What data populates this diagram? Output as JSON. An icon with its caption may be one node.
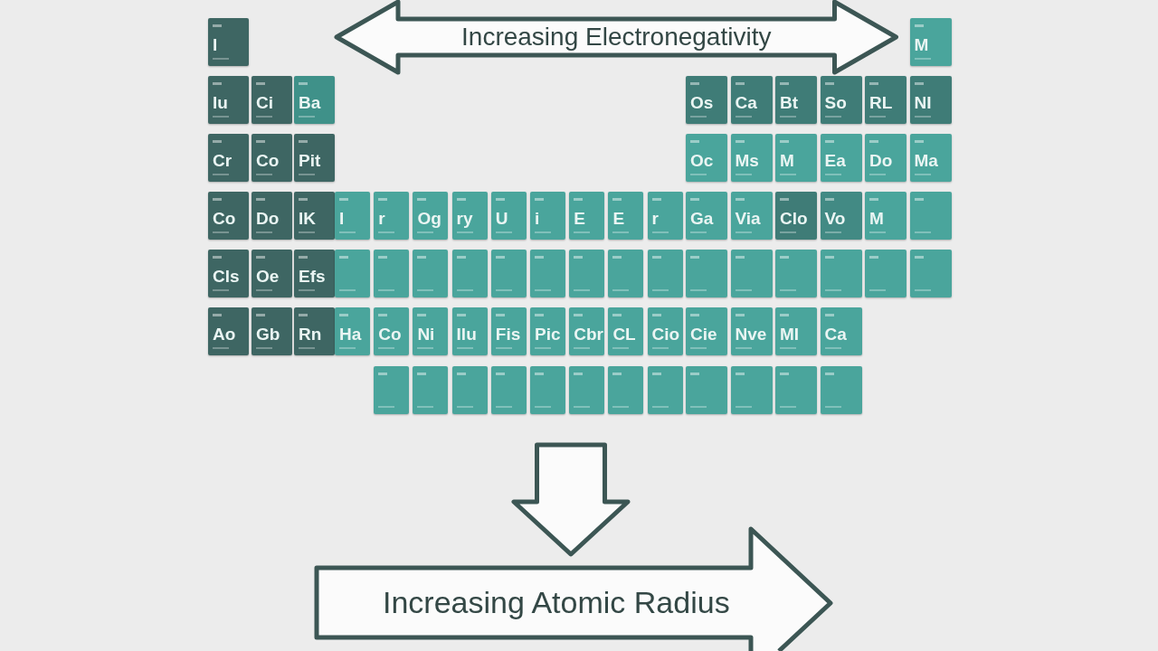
{
  "diagram": {
    "nodes": [
      {
        "text": [
          "I"
        ]
      },
      {
        "text": [
          "M"
        ]
      },
      {
        "text": [
          "Iu"
        ]
      },
      {
        "text": [
          "Ci"
        ]
      },
      {
        "text": [
          "Ba"
        ]
      },
      {
        "text": [
          "Os"
        ]
      },
      {
        "text": [
          "Ca"
        ]
      },
      {
        "text": [
          "Bt"
        ]
      },
      {
        "text": [
          "So"
        ]
      },
      {
        "text": [
          "RL"
        ]
      },
      {
        "text": [
          "NI"
        ]
      },
      {
        "text": [
          "Cr"
        ]
      },
      {
        "text": [
          "Co"
        ]
      },
      {
        "text": [
          "Pit"
        ]
      },
      {
        "text": [
          "Oc"
        ]
      },
      {
        "text": [
          "Ms"
        ]
      },
      {
        "text": [
          "M"
        ]
      },
      {
        "text": [
          "Ea"
        ]
      },
      {
        "text": [
          "Do"
        ]
      },
      {
        "text": [
          "Ma"
        ]
      },
      {
        "text": [
          "Co"
        ]
      },
      {
        "text": [
          "Do"
        ]
      },
      {
        "text": [
          "IK"
        ]
      },
      {
        "text": [
          "I"
        ]
      },
      {
        "text": [
          "r"
        ]
      },
      {
        "text": [
          "Og"
        ]
      },
      {
        "text": [
          "ry"
        ]
      },
      {
        "text": [
          "U"
        ]
      },
      {
        "text": [
          "i"
        ]
      },
      {
        "text": [
          "E"
        ]
      },
      {
        "text": [
          "E"
        ]
      },
      {
        "text": [
          "r"
        ]
      },
      {
        "text": [
          "Ga"
        ]
      },
      {
        "text": [
          "Via"
        ]
      },
      {
        "text": [
          "Clo"
        ]
      },
      {
        "text": [
          "Vo"
        ]
      },
      {
        "text": [
          "M"
        ]
      },
      {
        "text": [],
        "shape": "box"
      },
      {
        "text": [
          "Cls"
        ]
      },
      {
        "text": [
          "Oe"
        ]
      },
      {
        "text": [
          "Efs"
        ]
      },
      {
        "text": [],
        "shape": "box"
      },
      {
        "text": [],
        "shape": "box"
      },
      {
        "text": [],
        "shape": "box"
      },
      {
        "text": [],
        "shape": "box"
      },
      {
        "text": [],
        "shape": "box"
      },
      {
        "text": [],
        "shape": "box"
      },
      {
        "text": [],
        "shape": "box"
      },
      {
        "text": [],
        "shape": "box"
      },
      {
        "text": [],
        "shape": "box"
      },
      {
        "text": [],
        "shape": "box"
      },
      {
        "text": [],
        "shape": "box"
      },
      {
        "text": [],
        "shape": "box"
      },
      {
        "text": [],
        "shape": "box"
      },
      {
        "text": [],
        "shape": "box"
      },
      {
        "text": [],
        "shape": "box"
      },
      {
        "text": [
          "Ao"
        ]
      },
      {
        "text": [
          "Gb"
        ]
      },
      {
        "text": [
          "Rn"
        ]
      },
      {
        "text": [
          "Ha"
        ]
      },
      {
        "text": [
          "Co"
        ]
      },
      {
        "text": [
          "Ni"
        ]
      },
      {
        "text": [
          "Ilu"
        ]
      },
      {
        "text": [
          "Fis"
        ]
      },
      {
        "text": [
          "Pic"
        ]
      },
      {
        "text": [
          "Cbr"
        ]
      },
      {
        "text": [
          "CL"
        ]
      },
      {
        "text": [
          "Cio"
        ]
      },
      {
        "text": [
          "Cie"
        ]
      },
      {
        "text": [
          "Nve"
        ]
      },
      {
        "text": [
          "MI"
        ]
      },
      {
        "text": [
          "Ca"
        ]
      },
      {
        "text": [],
        "shape": "box"
      },
      {
        "text": [],
        "shape": "box"
      },
      {
        "text": [],
        "shape": "box"
      },
      {
        "text": [],
        "shape": "box"
      },
      {
        "text": [],
        "shape": "box"
      },
      {
        "text": [],
        "shape": "box"
      },
      {
        "text": [],
        "shape": "box"
      },
      {
        "text": [],
        "shape": "box"
      },
      {
        "text": [],
        "shape": "box"
      },
      {
        "text": [],
        "shape": "box"
      },
      {
        "text": [],
        "shape": "box"
      },
      {
        "text": [],
        "shape": "box"
      },
      {
        "text": [
          "Increasing Atomic Radius"
        ]
      }
    ],
    "edges": [
      {
        "from": null,
        "to": 1,
        "arrow": "both",
        "label": "Increasing Electronegativity"
      },
      {
        "from": 77,
        "to": 84,
        "arrow": "to"
      }
    ]
  }
}
